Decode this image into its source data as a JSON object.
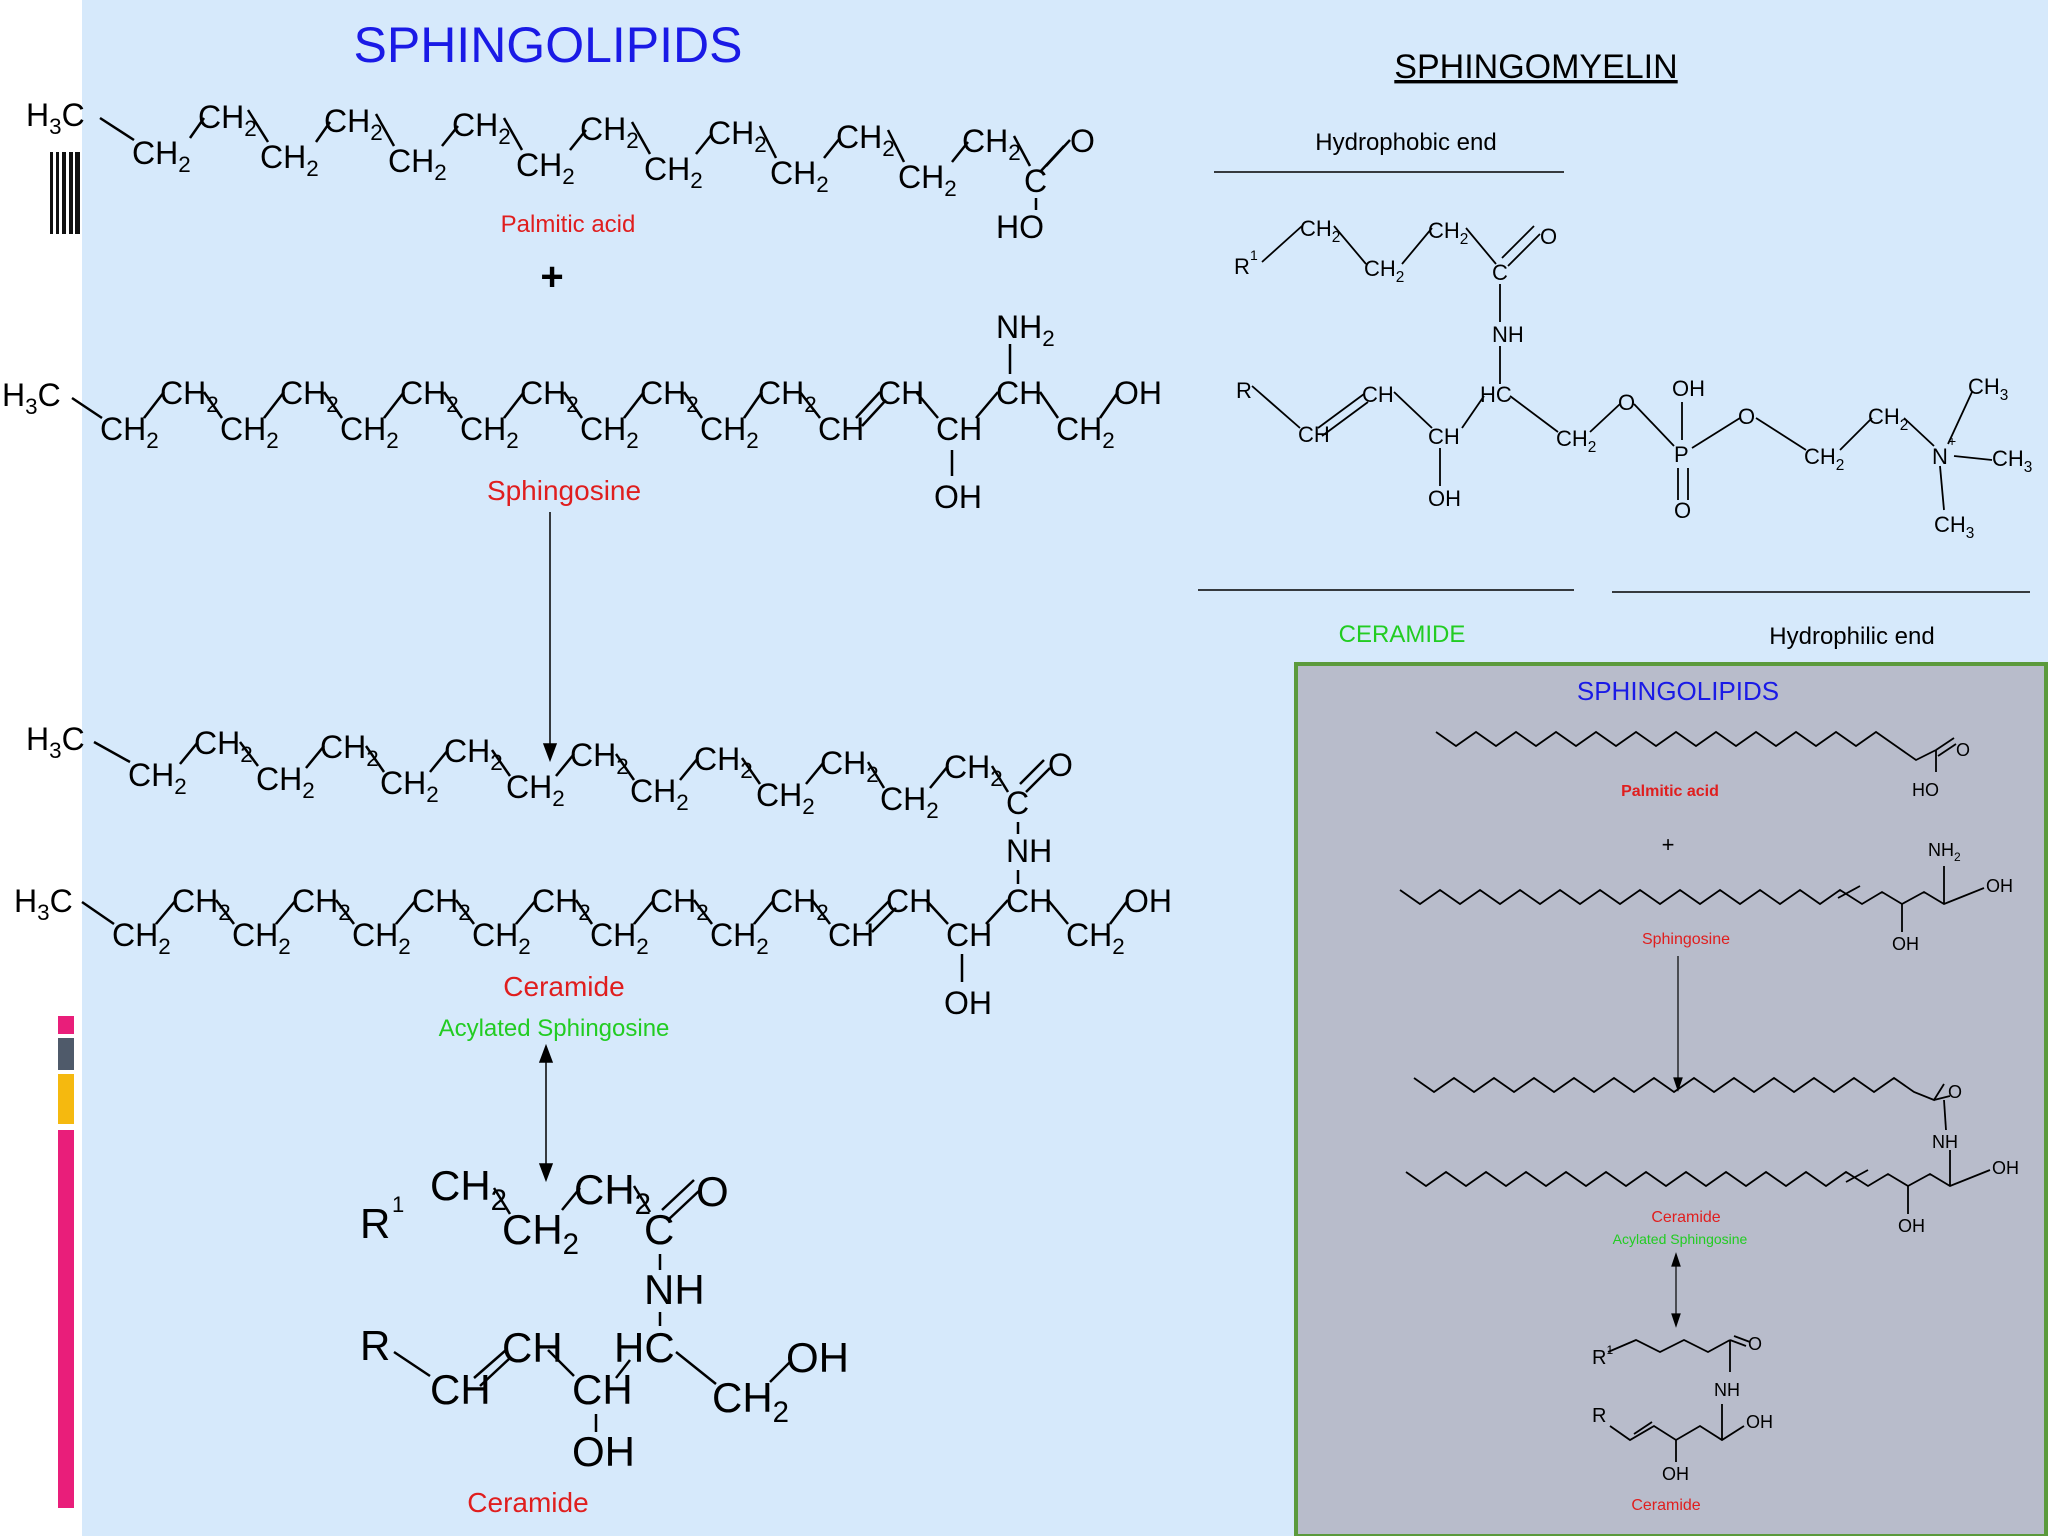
{
  "title": "SPHINGOLIPIDS",
  "left": {
    "palmitic_label": "Palmitic acid",
    "plus": "+",
    "sphingosine_label": "Sphingosine",
    "ceramide_label": "Ceramide",
    "acylated_label": "Acylated Sphingosine",
    "ceramide_label_bottom": "Ceramide"
  },
  "sphingomyelin": {
    "title": "SPHINGOMYELIN",
    "hydrophobic_end": "Hydrophobic end",
    "ceramide": "CERAMIDE",
    "hydrophilic_end": "Hydrophilic end"
  },
  "inset": {
    "title": "SPHINGOLIPIDS",
    "palmitic_label": "Palmitic acid",
    "plus": "+",
    "sphingosine_label": "Sphingosine",
    "ceramide_label": "Ceramide",
    "acylated_label": "Acylated Sphingosine",
    "ceramide_label_bottom": "Ceramide"
  },
  "colors": {
    "background": "#d6e9fb",
    "title_blue": "#1a1ae6",
    "label_red": "#e01e1e",
    "label_green": "#22cc22",
    "inset_bg": "#b8bccb",
    "inset_border": "#5b9a3c",
    "bar_pink": "#e91e7a",
    "bar_gray": "#4f5a6a",
    "bar_yellow": "#f5b90f"
  }
}
